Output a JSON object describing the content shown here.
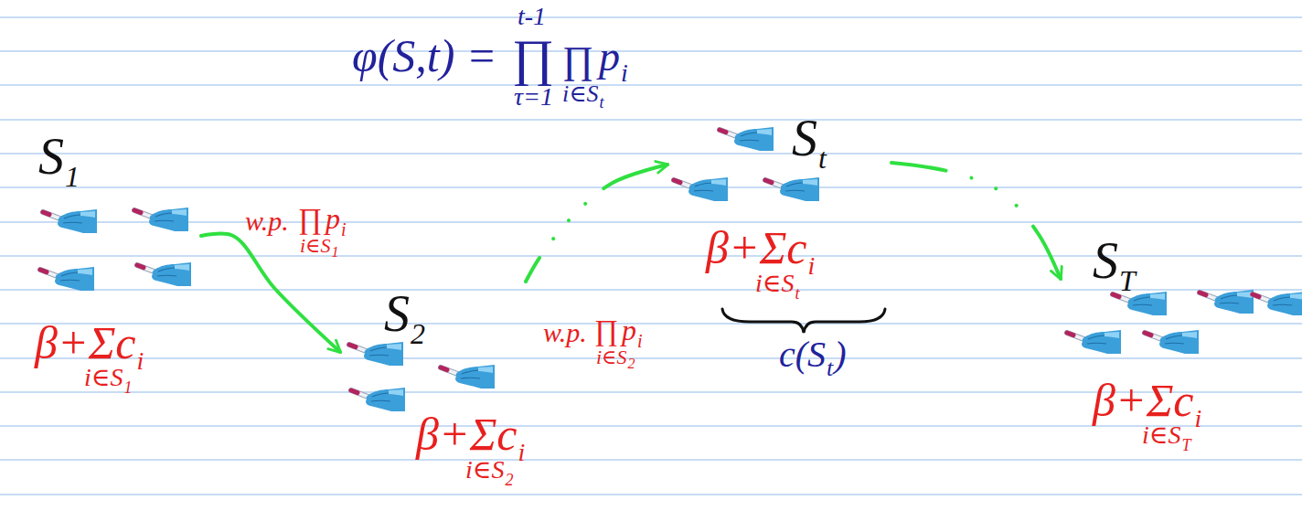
{
  "diagram": {
    "nodes": [
      {
        "text": [
          "S",
          "1",
          "β+Σc",
          "i",
          "i∈S",
          "1"
        ]
      },
      {
        "text": [
          "S",
          "2",
          "β+Σc",
          "i",
          "i∈S",
          "2"
        ]
      },
      {
        "text": [
          "S",
          "t",
          "β+Σc",
          "i",
          "i∈S",
          "t"
        ]
      },
      {
        "text": [
          "S",
          "T",
          "β+Σc",
          "i",
          "i∈S",
          "T"
        ]
      }
    ],
    "edges": [
      {
        "from": 0,
        "to": 1,
        "label": "w.p.",
        "arrow": "to"
      },
      {
        "from": 1,
        "to": 2,
        "label": "w.p.",
        "arrow": "to"
      },
      {
        "from": 2,
        "to": 3,
        "arrow": "to"
      }
    ],
    "labels": [
      "φ(S,t) =",
      "t-1",
      "∏",
      "τ=1",
      "∏",
      "i∈S",
      "t",
      "p",
      "i",
      "∏",
      "p",
      "i",
      "i∈S",
      "1",
      "∏",
      "p",
      "i",
      "i∈S",
      "2",
      "c(S",
      "t",
      ")"
    ]
  }
}
